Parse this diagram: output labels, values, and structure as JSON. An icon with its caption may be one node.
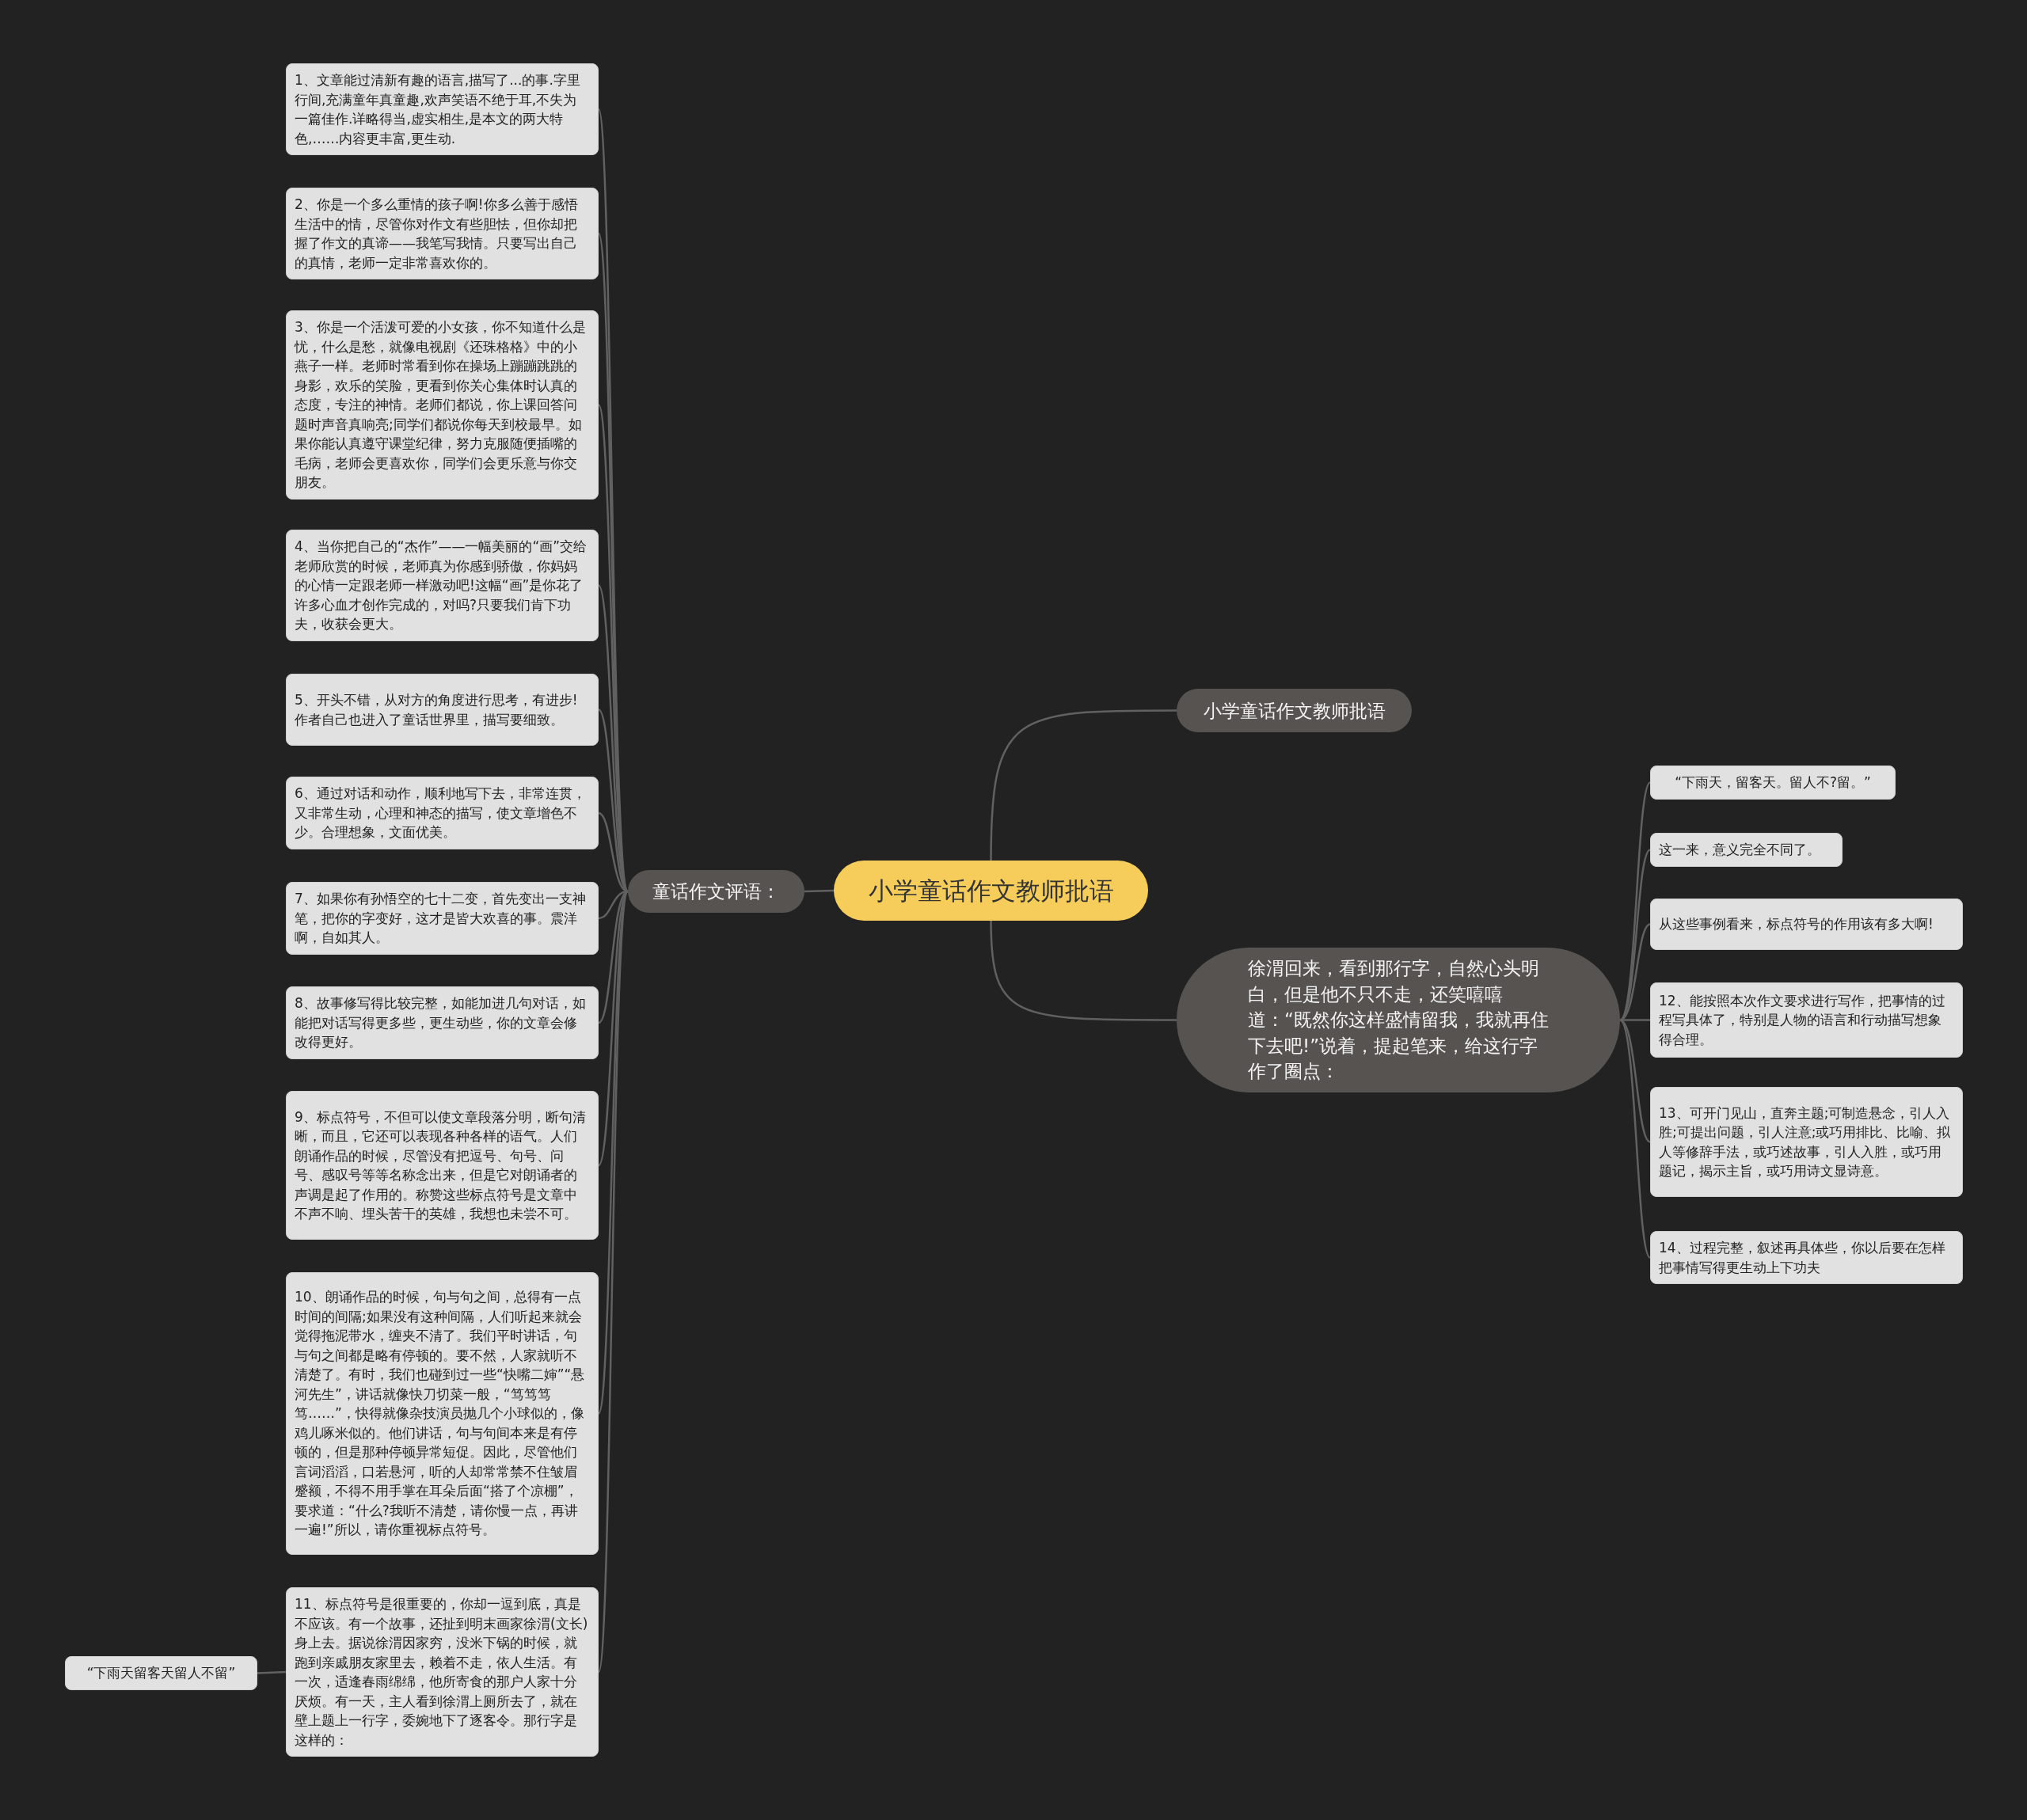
{
  "diagram": {
    "nodes": [
      {
        "text": [
          "小学童话作文教师批语"
        ]
      },
      {
        "text": [
          "童话作文评语："
        ]
      },
      {
        "text": [
          "小学童话作文教师批语"
        ]
      },
      {
        "text": [
          "徐渭回来，看到那行字，自然心头明白，但是他不只不走，还笑嘻嘻道：“既然你这样盛情留我，我就再住下去吧!”说着，提起笔来，给这行字作了圈点："
        ]
      },
      {
        "text": [
          "1、文章能过清新有趣的语言,描写了...的事.字里行间,充满童年真童趣,欢声笑语不绝于耳,不失为一篇佳作.详略得当,虚实相生,是本文的两大特色,……内容更丰富,更生动."
        ]
      },
      {
        "text": [
          "2、你是一个多么重情的孩子啊!你多么善于感悟生活中的情，尽管你对作文有些胆怯，但你却把握了作文的真谛——我笔写我情。只要写出自己的真情，老师一定非常喜欢你的。"
        ]
      },
      {
        "text": [
          "3、你是一个活泼可爱的小女孩，你不知道什么是忧，什么是愁，就像电视剧《还珠格格》中的小燕子一样。老师时常看到你在操场上蹦蹦跳跳的身影，欢乐的笑脸，更看到你关心集体时认真的态度，专注的神情。老师们都说，你上课回答问题时声音真响亮;同学们都说你每天到校最早。如果你能认真遵守课堂纪律，努力克服随便插嘴的毛病，老师会更喜欢你，同学们会更乐意与你交朋友。"
        ]
      },
      {
        "text": [
          "4、当你把自己的“杰作”——一幅美丽的“画”交给老师欣赏的时候，老师真为你感到骄傲，你妈妈的心情一定跟老师一样激动吧!这幅“画”是你花了许多心血才创作完成的，对吗?只要我们肯下功夫，收获会更大。"
        ]
      },
      {
        "text": [
          "5、开头不错，从对方的角度进行思考，有进步!作者自己也进入了童话世界里，描写要细致。"
        ]
      },
      {
        "text": [
          "6、通过对话和动作，顺利地写下去，非常连贯，又非常生动，心理和神态的描写，使文章增色不少。合理想象，文面优美。"
        ]
      },
      {
        "text": [
          "7、如果你有孙悟空的七十二变，首先变出一支神笔，把你的字变好，这才是皆大欢喜的事。震洋啊，自如其人。"
        ]
      },
      {
        "text": [
          "8、故事修写得比较完整，如能加进几句对话，如能把对话写得更多些，更生动些，你的文章会修改得更好。"
        ]
      },
      {
        "text": [
          "9、标点符号，不但可以使文章段落分明，断句清晰，而且，它还可以表现各种各样的语气。人们朗诵作品的时候，尽管没有把逗号、句号、问号、感叹号等等名称念出来，但是它对朗诵者的声调是起了作用的。称赞这些标点符号是文章中不声不响、埋头苦干的英雄，我想也未尝不可。"
        ]
      },
      {
        "text": [
          "10、朗诵作品的时候，句与句之间，总得有一点时间的间隔;如果没有这种间隔，人们听起来就会觉得拖泥带水，缠夹不清了。我们平时讲话，句与句之间都是略有停顿的。要不然，人家就听不清楚了。有时，我们也碰到过一些“快嘴二婶”“悬河先生”，讲话就像快刀切菜一般，“笃笃笃笃……”，快得就像杂技演员抛几个小球似的，像鸡儿啄米似的。他们讲话，句与句间本来是有停顿的，但是那种停顿异常短促。因此，尽管他们言词滔滔，口若悬河，听的人却常常禁不住皱眉蹙额，不得不用手掌在耳朵后面“搭了个凉棚”，要求道：“什么?我听不清楚，请你慢一点，再讲一遍!”所以，请你重视标点符号。"
        ]
      },
      {
        "text": [
          "11、标点符号是很重要的，你却一逗到底，真是不应该。有一个故事，还扯到明末画家徐渭(文长)身上去。据说徐渭因家穷，没米下锅的时候，就跑到亲戚朋友家里去，赖着不走，依人生活。有一次，适逢春雨绵绵，他所寄食的那户人家十分厌烦。有一天，主人看到徐渭上厕所去了，就在壁上题上一行字，委婉地下了逐客令。那行字是这样的："
        ]
      },
      {
        "text": [
          "“下雨天留客天留人不留”"
        ]
      },
      {
        "text": [
          "“下雨天，留客天。留人不?留。”"
        ]
      },
      {
        "text": [
          "这一来，意义完全不同了。"
        ]
      },
      {
        "text": [
          "从这些事例看来，标点符号的作用该有多大啊!"
        ]
      },
      {
        "text": [
          "12、能按照本次作文要求进行写作，把事情的过程写具体了，特别是人物的语言和行动描写想象得合理。"
        ]
      },
      {
        "text": [
          "13、可开门见山，直奔主题;可制造悬念，引人入胜;可提出问题，引人注意;或巧用排比、比喻、拟人等修辞手法，或巧述故事，引人入胜，或巧用题记，揭示主旨，或巧用诗文显诗意。"
        ]
      },
      {
        "text": [
          "14、过程完整，叙述再具体些，你以后要在怎样把事情写得更生动上下功夫"
        ]
      }
    ],
    "edges": [
      {
        "from": 0,
        "to": 1,
        "arrow": "none"
      },
      {
        "from": 0,
        "to": 2,
        "arrow": "none"
      },
      {
        "from": 0,
        "to": 3,
        "arrow": "none"
      },
      {
        "from": 1,
        "to": 4,
        "arrow": "none"
      },
      {
        "from": 1,
        "to": 5,
        "arrow": "none"
      },
      {
        "from": 1,
        "to": 6,
        "arrow": "none"
      },
      {
        "from": 1,
        "to": 7,
        "arrow": "none"
      },
      {
        "from": 1,
        "to": 8,
        "arrow": "none"
      },
      {
        "from": 1,
        "to": 9,
        "arrow": "none"
      },
      {
        "from": 1,
        "to": 10,
        "arrow": "none"
      },
      {
        "from": 1,
        "to": 11,
        "arrow": "none"
      },
      {
        "from": 1,
        "to": 12,
        "arrow": "none"
      },
      {
        "from": 1,
        "to": 13,
        "arrow": "none"
      },
      {
        "from": 1,
        "to": 14,
        "arrow": "none"
      },
      {
        "from": 14,
        "to": 15,
        "arrow": "none"
      },
      {
        "from": 3,
        "to": 16,
        "arrow": "none"
      },
      {
        "from": 3,
        "to": 17,
        "arrow": "none"
      },
      {
        "from": 3,
        "to": 18,
        "arrow": "none"
      },
      {
        "from": 3,
        "to": 19,
        "arrow": "none"
      },
      {
        "from": 3,
        "to": 20,
        "arrow": "none"
      },
      {
        "from": 3,
        "to": 21,
        "arrow": "none"
      }
    ]
  }
}
